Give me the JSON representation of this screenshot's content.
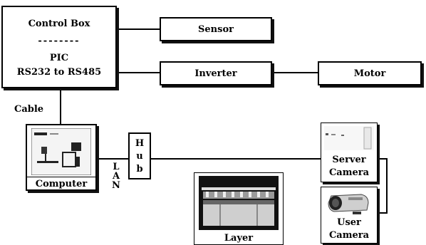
{
  "control_box": {
    "title": "Control Box",
    "divider": "--------",
    "line1": "PIC",
    "line2": "RS232 to RS485"
  },
  "sensor": "Sensor",
  "inverter": "Inverter",
  "motor": "Motor",
  "cable": "Cable",
  "computer": "Computer",
  "lan": [
    "L",
    "A",
    "N"
  ],
  "hub": [
    "H",
    "u",
    "b"
  ],
  "server_camera": [
    "Server",
    "Camera"
  ],
  "user_camera": [
    "User",
    "Camera"
  ],
  "layer": "Layer"
}
